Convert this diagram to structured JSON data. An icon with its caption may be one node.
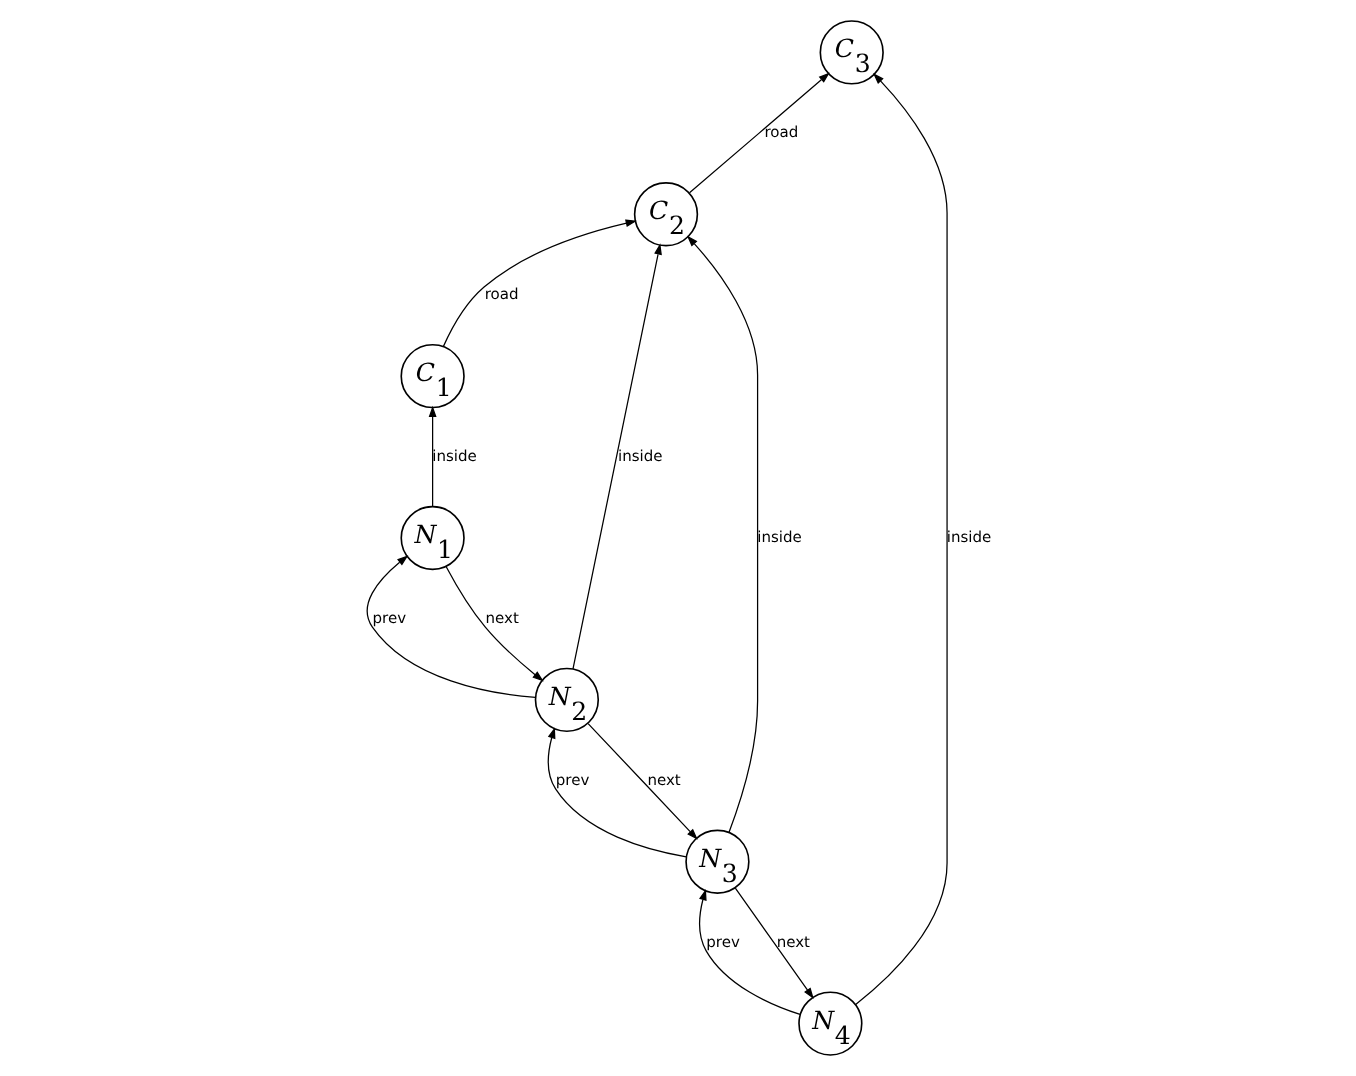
{
  "diagram": {
    "nodes": [
      {
        "text": [
          "C$_{1}$"
        ]
      },
      {
        "text": [
          "C$_{2}$"
        ]
      },
      {
        "text": [
          "C$_{3}$"
        ]
      },
      {
        "text": [
          "N$_{1}$"
        ]
      },
      {
        "text": [
          "N$_{2}$"
        ]
      },
      {
        "text": [
          "N$_{3}$"
        ]
      },
      {
        "text": [
          "N$_{4}$"
        ]
      }
    ],
    "edges": [
      {
        "from": 0,
        "to": 1,
        "arrow": "to",
        "label": "road"
      },
      {
        "from": 1,
        "to": 2,
        "arrow": "to",
        "label": "road"
      },
      {
        "from": 3,
        "to": 0,
        "arrow": "to",
        "label": "inside"
      },
      {
        "from": 4,
        "to": 1,
        "arrow": "to",
        "label": "inside"
      },
      {
        "from": 5,
        "to": 1,
        "arrow": "to",
        "label": "inside"
      },
      {
        "from": 6,
        "to": 2,
        "arrow": "to",
        "label": "inside"
      },
      {
        "from": 4,
        "to": 3,
        "arrow": "to",
        "label": "prev"
      },
      {
        "from": 3,
        "to": 4,
        "arrow": "to",
        "label": "next"
      },
      {
        "from": 5,
        "to": 4,
        "arrow": "to",
        "label": "prev"
      },
      {
        "from": 4,
        "to": 5,
        "arrow": "to",
        "label": "next"
      },
      {
        "from": 6,
        "to": 5,
        "arrow": "to",
        "label": "prev"
      },
      {
        "from": 5,
        "to": 6,
        "arrow": "to",
        "label": "next"
      }
    ]
  }
}
